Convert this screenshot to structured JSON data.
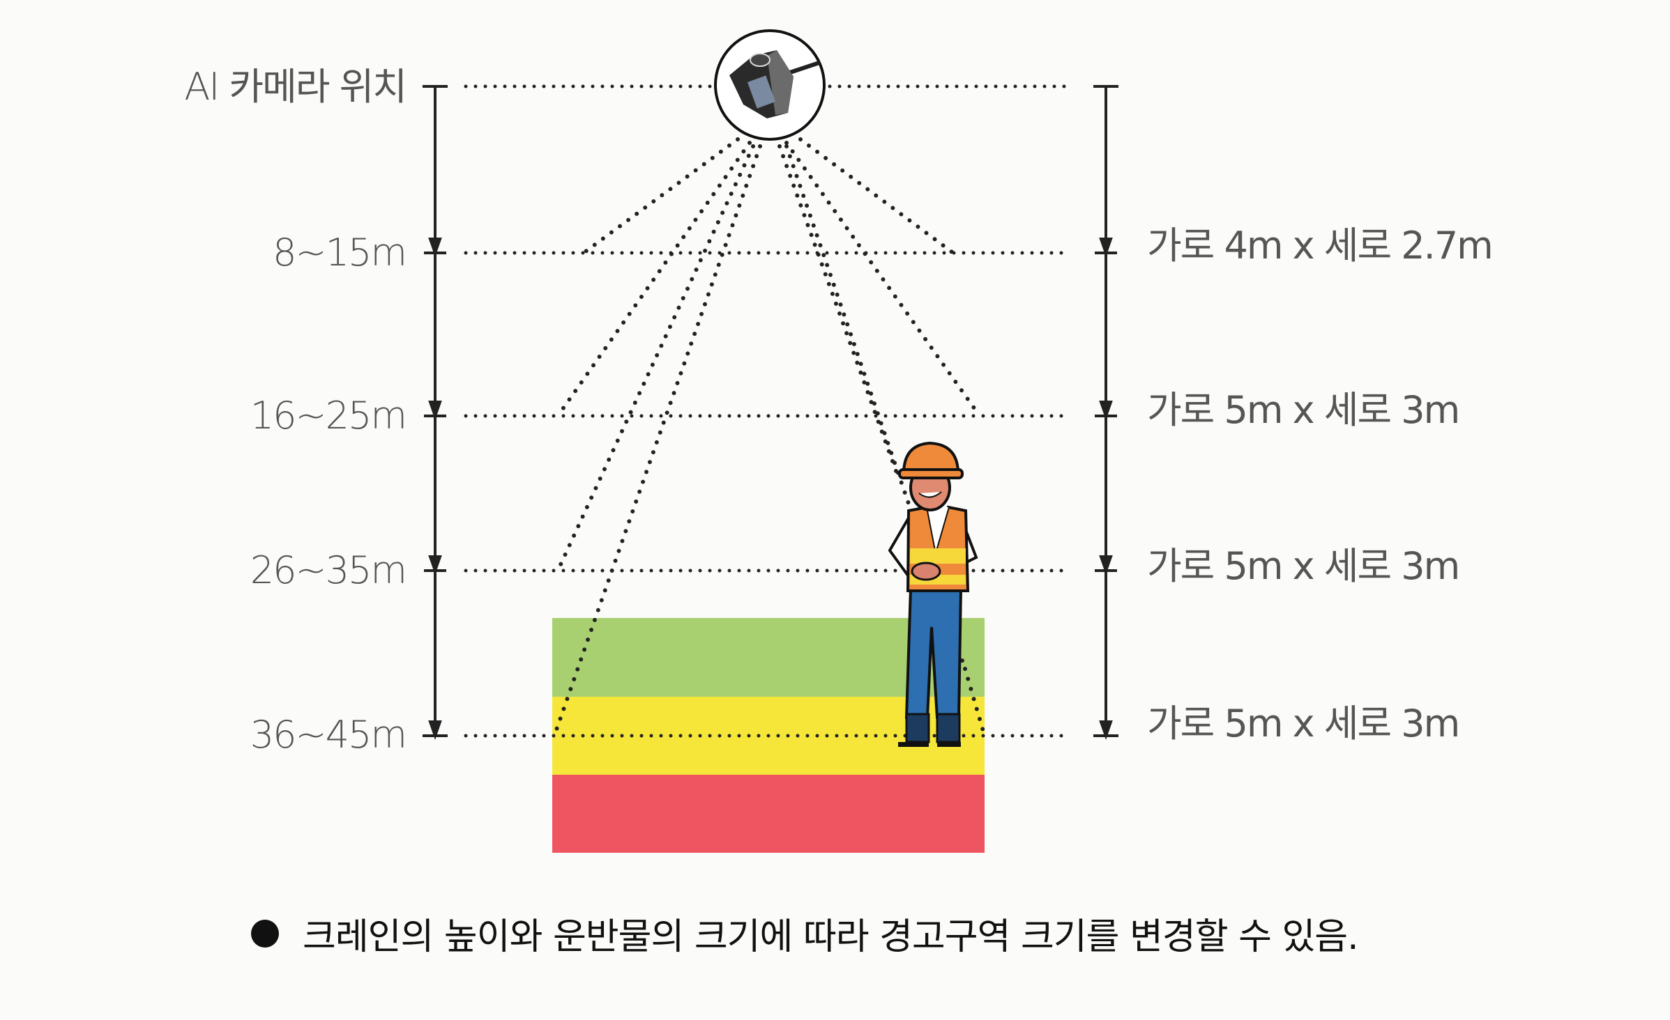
{
  "camera": {
    "label": "AI 카메라 위치",
    "icon": "cctv-camera-icon"
  },
  "distances": [
    {
      "height": "8~15m",
      "zone_size": "가로 4m x 세로 2.7m"
    },
    {
      "height": "16~25m",
      "zone_size": "가로 5m x 세로 3m"
    },
    {
      "height": "26~35m",
      "zone_size": "가로 5m x 세로 3m"
    },
    {
      "height": "36~45m",
      "zone_size": "가로 5m x 세로 3m"
    }
  ],
  "warning_zones": [
    {
      "level": "caution",
      "color": "#a8d070"
    },
    {
      "level": "warning",
      "color": "#f6e63a"
    },
    {
      "level": "danger",
      "color": "#ef5560"
    }
  ],
  "worker": {
    "icon": "construction-worker-icon"
  },
  "note": {
    "bullet": "●",
    "text": "크레인의 높이와 운반물의 크기에 따라 경고구역 크기를 변경할 수 있음."
  }
}
